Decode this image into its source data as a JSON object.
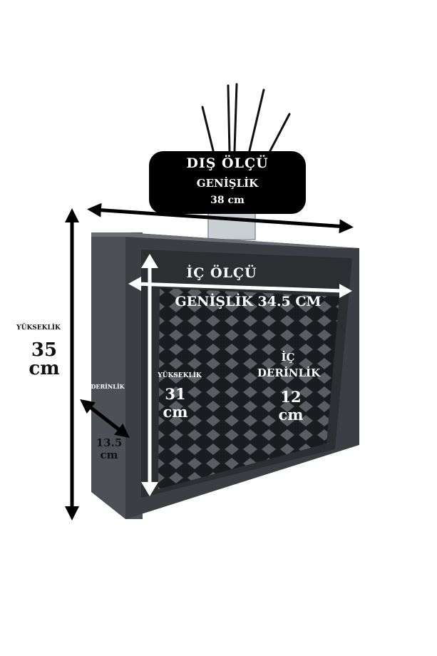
{
  "outer": {
    "title": "DIŞ ÖLÇÜ",
    "width_label": "GENİŞLİK",
    "width_value": "38 cm",
    "height_label": "YÜKSEKLİK",
    "height_num": "35",
    "height_unit": "cm",
    "depth_label": "DERİNLİK",
    "depth_num": "13.5",
    "depth_unit": "cm"
  },
  "inner": {
    "title": "İÇ ÖLÇÜ",
    "width_text": "GENİŞLİK 34.5 CM",
    "height_label": "YÜKSEKLİK",
    "height_num": "31",
    "height_unit": "cm",
    "depth_ic": "İÇ",
    "depth_label": "DERİNLİK",
    "depth_num": "12",
    "depth_unit": "cm"
  },
  "colors": {
    "cabinet_body": "#4a4d52",
    "cabinet_frame": "#3c3f44",
    "cabinet_lattice": "#5a5d62",
    "arrow_dark": "#000000",
    "arrow_light": "#ffffff",
    "badge": "#000000"
  }
}
